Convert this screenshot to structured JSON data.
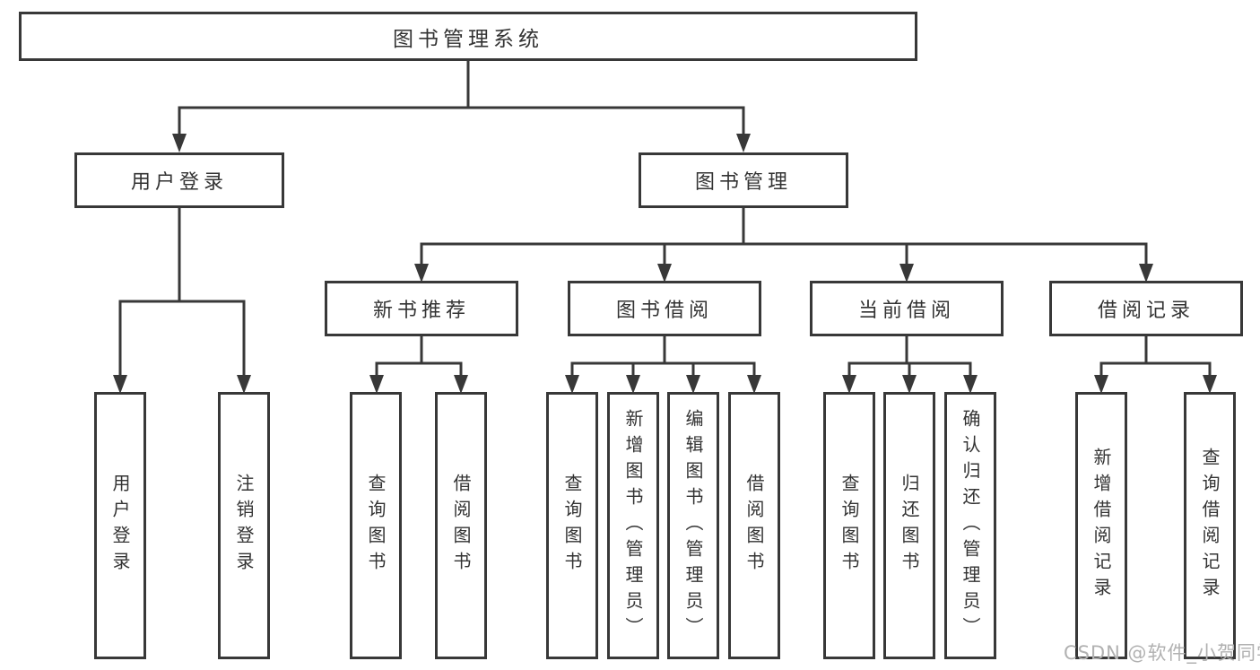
{
  "page": {
    "background": "#ffffff"
  },
  "colors": {
    "line": "#383838",
    "box_border": "#383838",
    "text": "#333333",
    "watermark": "#b1b1b1"
  },
  "watermark": {
    "text": "CSDN @软件_小贺同学"
  },
  "diagram": {
    "type": "hierarchy-tree",
    "root": {
      "label": "图书管理系统"
    },
    "branches": [
      {
        "label": "用户登录",
        "children": [
          {
            "label": "用户登录"
          },
          {
            "label": "注销登录"
          }
        ]
      },
      {
        "label": "图书管理",
        "children": [
          {
            "label": "新书推荐",
            "children": [
              {
                "label": "查询图书"
              },
              {
                "label": "借阅图书"
              }
            ]
          },
          {
            "label": "图书借阅",
            "children": [
              {
                "label": "查询图书"
              },
              {
                "label": "新增图书（管理员）"
              },
              {
                "label": "编辑图书（管理员）"
              },
              {
                "label": "借阅图书"
              }
            ]
          },
          {
            "label": "当前借阅",
            "children": [
              {
                "label": "查询图书"
              },
              {
                "label": "归还图书"
              },
              {
                "label": "确认归还（管理员）"
              }
            ]
          },
          {
            "label": "借阅记录",
            "children": [
              {
                "label": "新增借阅记录"
              },
              {
                "label": "查询借阅记录"
              }
            ]
          }
        ]
      }
    ]
  }
}
